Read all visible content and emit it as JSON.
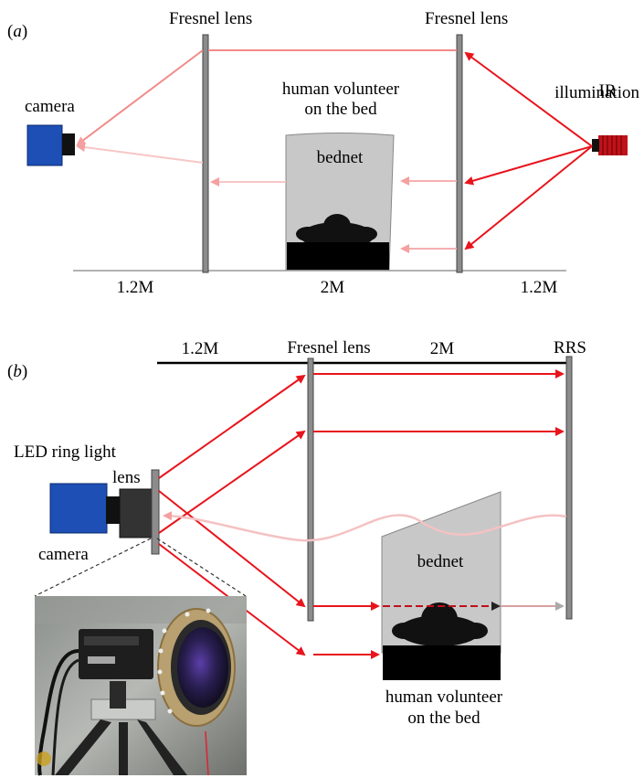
{
  "panel_a": {
    "panel_label_open": "(",
    "panel_label_letter": "a",
    "panel_label_close": ")",
    "lens_left_label": "Fresnel lens",
    "lens_right_label": "Fresnel lens",
    "camera_label": "camera",
    "ir_label_line1": "IR",
    "ir_label_line2": "illumination",
    "volunteer_line1": "human volunteer",
    "volunteer_line2": "on the bed",
    "bednet_label": "bednet",
    "dist_left": "1.2M",
    "dist_mid": "2M",
    "dist_right": "1.2M"
  },
  "panel_b": {
    "panel_label_open": "(",
    "panel_label_letter": "b",
    "panel_label_close": ")",
    "dist_left": "1.2M",
    "lens_label": "Fresnel lens",
    "dist_mid": "2M",
    "rrs_label": "RRS",
    "led_label": "LED ring light",
    "lens_small_label": "lens",
    "camera_label": "camera",
    "bednet_label": "bednet",
    "volunteer_line1": "human volunteer",
    "volunteer_line2": "on the bed"
  },
  "colors": {
    "ray_red": "#e8141c",
    "ray_faded": "#f5a0a0",
    "camera_blue": "#1d4fb5",
    "lens_gray": "#8c8c8c",
    "bednet_gray": "#c8c8c8"
  }
}
